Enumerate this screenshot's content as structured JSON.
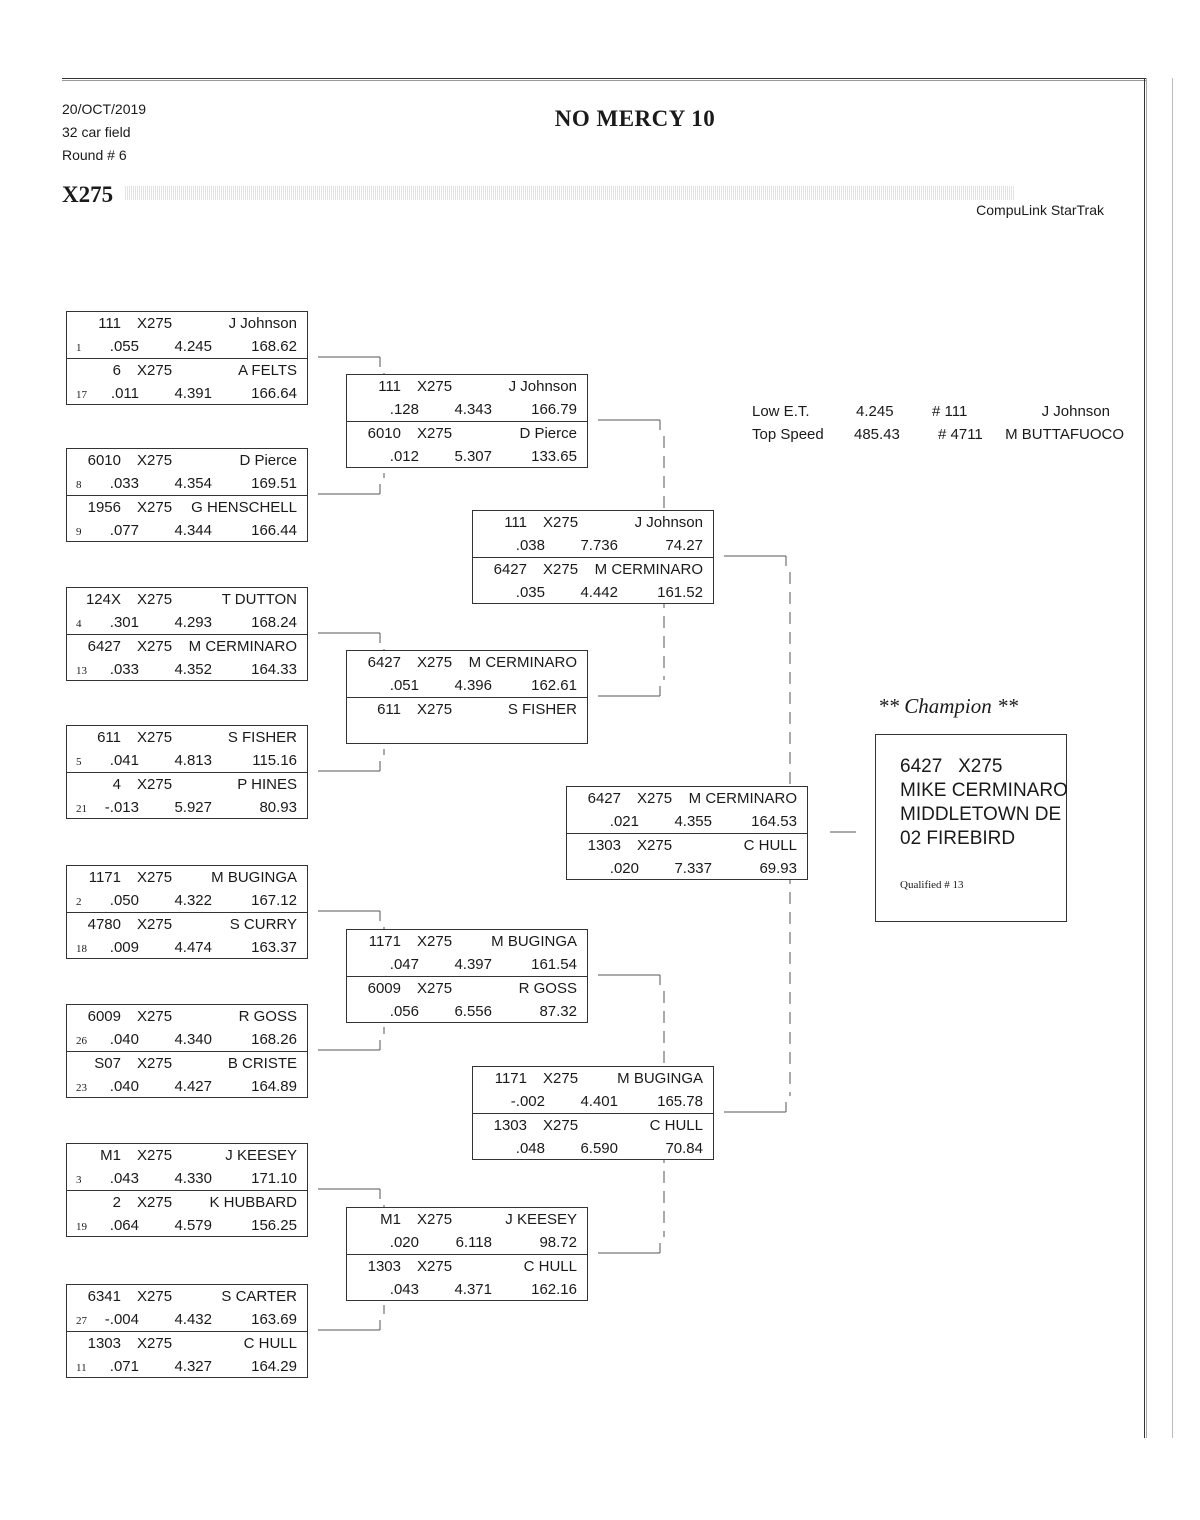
{
  "header": {
    "date": "20/OCT/2019",
    "field": "32 car field",
    "round": "Round # 6",
    "title": "NO MERCY 10",
    "class": "X275",
    "software": "CompuLink StarTrak"
  },
  "stats": {
    "low_et": {
      "label": "Low  E.T.",
      "value": "4.245",
      "car": "# 111",
      "name": "J Johnson"
    },
    "top_speed": {
      "label": "Top Speed",
      "value": "485.43",
      "car": "# 4711",
      "name": "M BUTTAFUOCO"
    }
  },
  "champion": {
    "label": "** Champion **",
    "lines": [
      "6427   X275",
      "MIKE CERMINARO",
      "MIDDLETOWN DE",
      "02 FIREBIRD"
    ],
    "qualified": "Qualified # 13"
  },
  "rounds": [
    [
      [
        {
          "car": "111",
          "cls": "X275",
          "name": "J Johnson",
          "seed": "1",
          "rt": ".055",
          "et": "4.245",
          "mph": "168.62"
        },
        {
          "car": "6",
          "cls": "X275",
          "name": "A FELTS",
          "seed": "17",
          "rt": ".011",
          "et": "4.391",
          "mph": "166.64"
        }
      ],
      [
        {
          "car": "6010",
          "cls": "X275",
          "name": "D Pierce",
          "seed": "8",
          "rt": ".033",
          "et": "4.354",
          "mph": "169.51"
        },
        {
          "car": "1956",
          "cls": "X275",
          "name": "G HENSCHELL",
          "seed": "9",
          "rt": ".077",
          "et": "4.344",
          "mph": "166.44"
        }
      ],
      [
        {
          "car": "124X",
          "cls": "X275",
          "name": "T DUTTON",
          "seed": "4",
          "rt": ".301",
          "et": "4.293",
          "mph": "168.24"
        },
        {
          "car": "6427",
          "cls": "X275",
          "name": "M CERMINARO",
          "seed": "13",
          "rt": ".033",
          "et": "4.352",
          "mph": "164.33"
        }
      ],
      [
        {
          "car": "611",
          "cls": "X275",
          "name": "S FISHER",
          "seed": "5",
          "rt": ".041",
          "et": "4.813",
          "mph": "115.16"
        },
        {
          "car": "4",
          "cls": "X275",
          "name": "P HINES",
          "seed": "21",
          "rt": "-.013",
          "et": "5.927",
          "mph": "80.93"
        }
      ],
      [
        {
          "car": "1171",
          "cls": "X275",
          "name": "M BUGINGA",
          "seed": "2",
          "rt": ".050",
          "et": "4.322",
          "mph": "167.12"
        },
        {
          "car": "4780",
          "cls": "X275",
          "name": "S CURRY",
          "seed": "18",
          "rt": ".009",
          "et": "4.474",
          "mph": "163.37"
        }
      ],
      [
        {
          "car": "6009",
          "cls": "X275",
          "name": "R GOSS",
          "seed": "26",
          "rt": ".040",
          "et": "4.340",
          "mph": "168.26"
        },
        {
          "car": "S07",
          "cls": "X275",
          "name": "B CRISTE",
          "seed": "23",
          "rt": ".040",
          "et": "4.427",
          "mph": "164.89"
        }
      ],
      [
        {
          "car": "M1",
          "cls": "X275",
          "name": "J KEESEY",
          "seed": "3",
          "rt": ".043",
          "et": "4.330",
          "mph": "171.10"
        },
        {
          "car": "2",
          "cls": "X275",
          "name": "K HUBBARD",
          "seed": "19",
          "rt": ".064",
          "et": "4.579",
          "mph": "156.25"
        }
      ],
      [
        {
          "car": "6341",
          "cls": "X275",
          "name": "S CARTER",
          "seed": "27",
          "rt": "-.004",
          "et": "4.432",
          "mph": "163.69"
        },
        {
          "car": "1303",
          "cls": "X275",
          "name": "C HULL",
          "seed": "11",
          "rt": ".071",
          "et": "4.327",
          "mph": "164.29"
        }
      ]
    ],
    [
      [
        {
          "car": "111",
          "cls": "X275",
          "name": "J Johnson",
          "rt": ".128",
          "et": "4.343",
          "mph": "166.79"
        },
        {
          "car": "6010",
          "cls": "X275",
          "name": "D Pierce",
          "rt": ".012",
          "et": "5.307",
          "mph": "133.65"
        }
      ],
      [
        {
          "car": "6427",
          "cls": "X275",
          "name": "M CERMINARO",
          "rt": ".051",
          "et": "4.396",
          "mph": "162.61"
        },
        {
          "car": "611",
          "cls": "X275",
          "name": "S FISHER"
        }
      ],
      [
        {
          "car": "1171",
          "cls": "X275",
          "name": "M BUGINGA",
          "rt": ".047",
          "et": "4.397",
          "mph": "161.54"
        },
        {
          "car": "6009",
          "cls": "X275",
          "name": "R GOSS",
          "rt": ".056",
          "et": "6.556",
          "mph": "87.32"
        }
      ],
      [
        {
          "car": "M1",
          "cls": "X275",
          "name": "J KEESEY",
          "rt": ".020",
          "et": "6.118",
          "mph": "98.72"
        },
        {
          "car": "1303",
          "cls": "X275",
          "name": "C HULL",
          "rt": ".043",
          "et": "4.371",
          "mph": "162.16"
        }
      ]
    ],
    [
      [
        {
          "car": "111",
          "cls": "X275",
          "name": "J Johnson",
          "rt": ".038",
          "et": "7.736",
          "mph": "74.27"
        },
        {
          "car": "6427",
          "cls": "X275",
          "name": "M CERMINARO",
          "rt": ".035",
          "et": "4.442",
          "mph": "161.52"
        }
      ],
      [
        {
          "car": "1171",
          "cls": "X275",
          "name": "M BUGINGA",
          "rt": "-.002",
          "et": "4.401",
          "mph": "165.78"
        },
        {
          "car": "1303",
          "cls": "X275",
          "name": "C HULL",
          "rt": ".048",
          "et": "6.590",
          "mph": "70.84"
        }
      ]
    ],
    [
      [
        {
          "car": "6427",
          "cls": "X275",
          "name": "M CERMINARO",
          "rt": ".021",
          "et": "4.355",
          "mph": "164.53"
        },
        {
          "car": "1303",
          "cls": "X275",
          "name": "C HULL",
          "rt": ".020",
          "et": "7.337",
          "mph": "69.93"
        }
      ]
    ]
  ]
}
